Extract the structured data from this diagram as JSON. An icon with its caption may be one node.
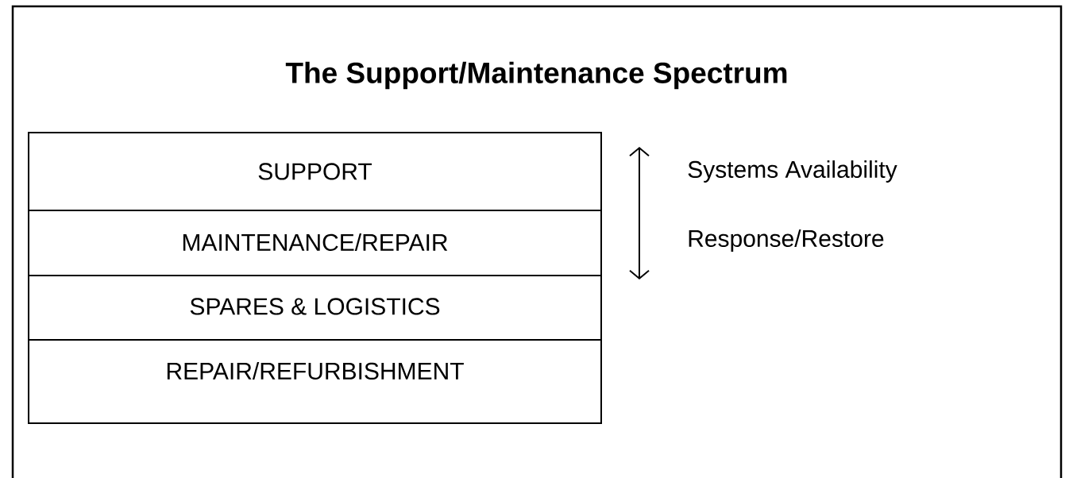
{
  "diagram": {
    "title": "The Support/Maintenance Spectrum",
    "nodes": [
      {
        "text": [
          "SUPPORT"
        ]
      },
      {
        "text": [
          "MAINTENANCE/REPAIR"
        ]
      },
      {
        "text": [
          "SPARES & LOGISTICS"
        ]
      },
      {
        "text": [
          "REPAIR/REFURBISHMENT"
        ]
      }
    ],
    "labels": [
      "Systems Availability",
      "Response/Restore"
    ]
  }
}
